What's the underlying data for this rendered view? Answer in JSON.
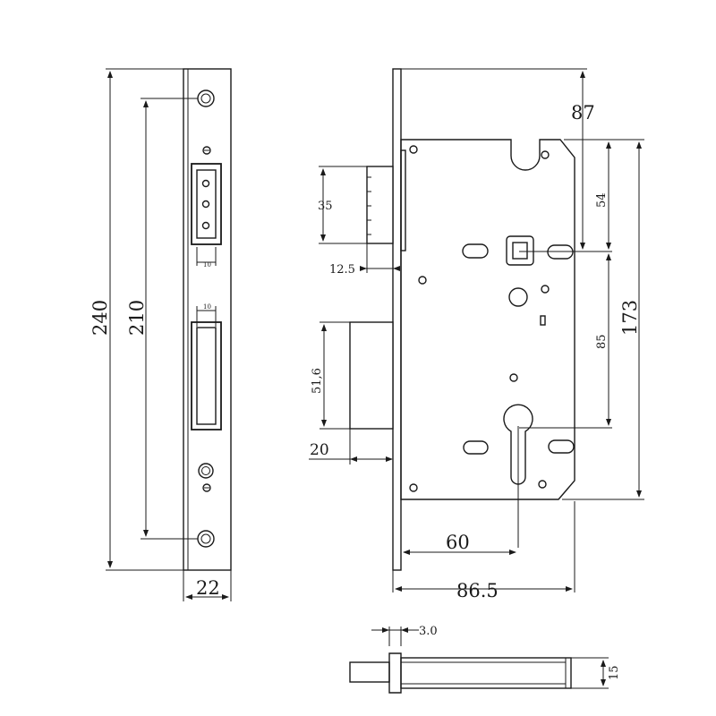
{
  "dimensions": {
    "faceplate_height": "240",
    "screw_spacing": "210",
    "faceplate_width": "22",
    "small_width_latch": "10",
    "small_width_bolt": "10",
    "backset_top": "87",
    "top_offset": "54",
    "body_height": "173",
    "center_distance": "85",
    "latch_height": "35",
    "latch_throw": "12.5",
    "bolt_height": "51,6",
    "bolt_throw": "20",
    "backset": "60",
    "body_depth": "86.5",
    "plate_thickness": "3.0",
    "bolt_thickness": "15"
  },
  "colors": {
    "line": "#1a1a1a",
    "background": "#ffffff"
  }
}
